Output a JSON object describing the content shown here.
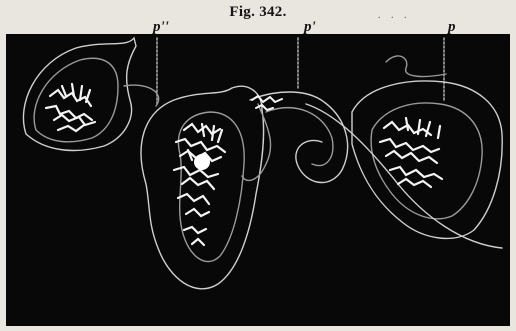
{
  "figure": {
    "caption": "Fig. 342.",
    "labels": [
      "p''",
      "p'",
      "p"
    ],
    "specks": ". .  ."
  }
}
